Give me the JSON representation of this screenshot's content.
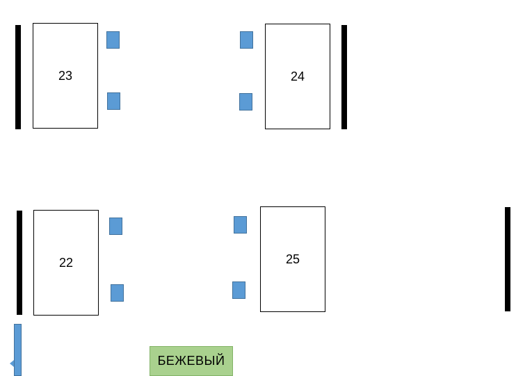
{
  "tables": [
    {
      "id": "t23",
      "label": "23"
    },
    {
      "id": "t24",
      "label": "24"
    },
    {
      "id": "t22",
      "label": "22"
    },
    {
      "id": "t25",
      "label": "25"
    }
  ],
  "legend": {
    "label": "БЕЖЕВЫЙ"
  },
  "colors": {
    "chair_fill": "#5b9bd5",
    "chair_border": "#41719c",
    "legend_fill": "#a9d18e",
    "wall": "#000000"
  }
}
